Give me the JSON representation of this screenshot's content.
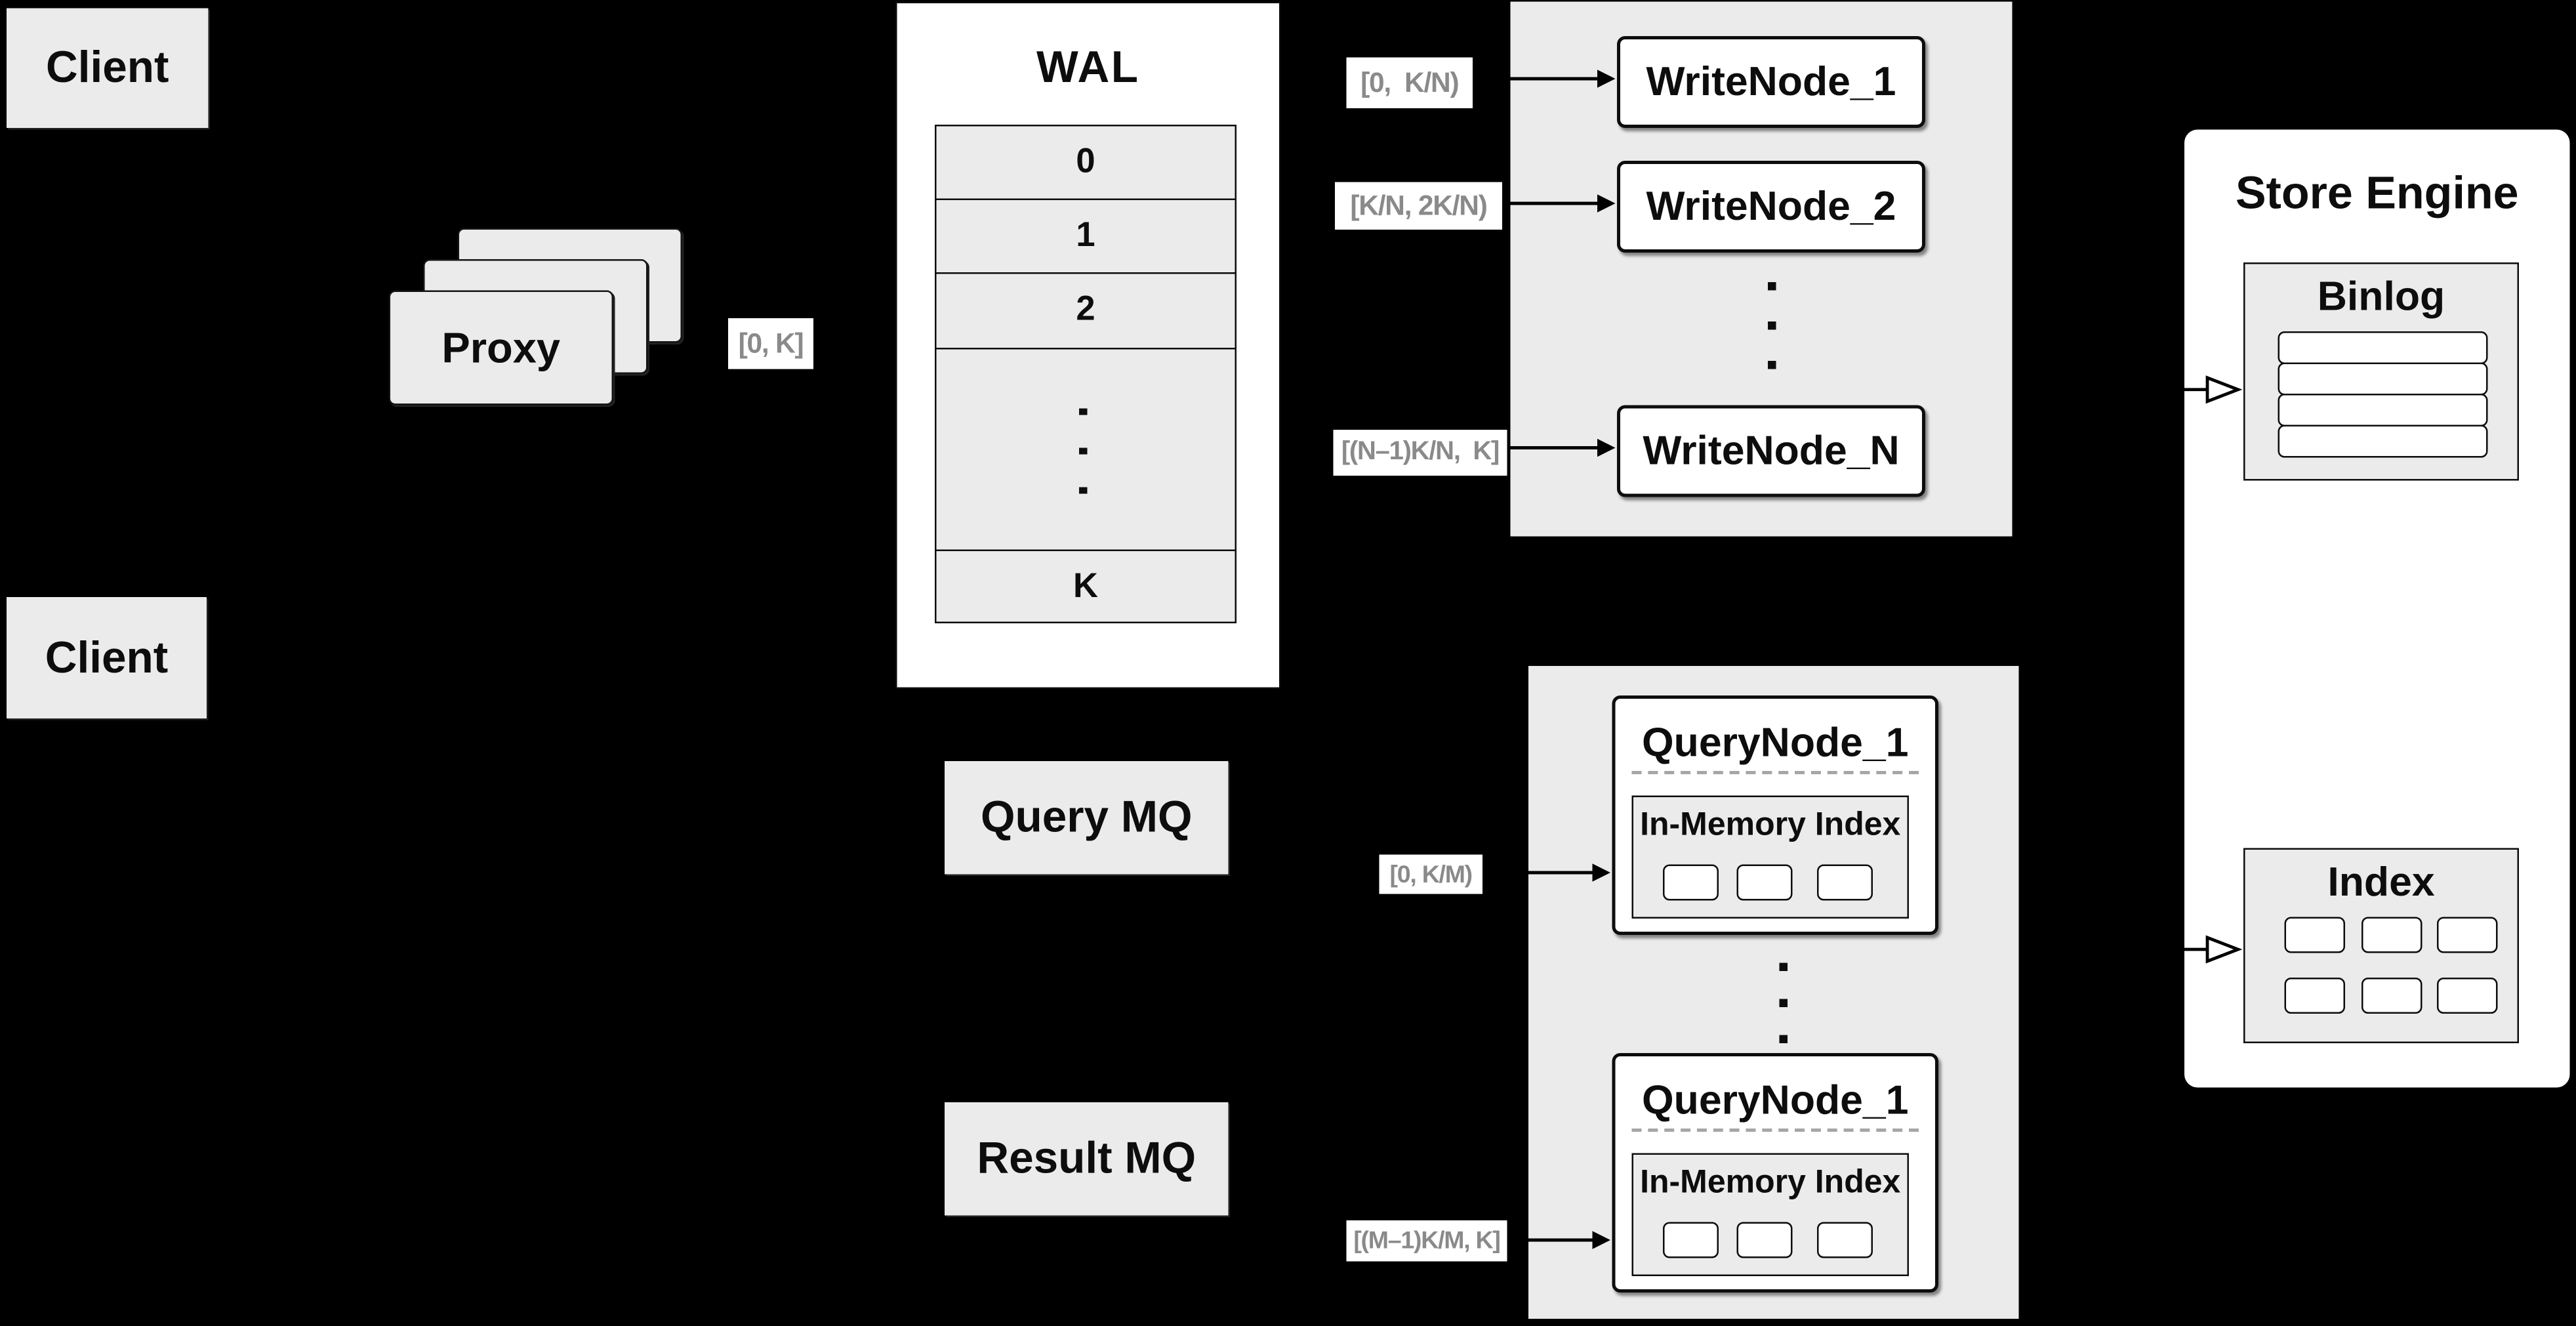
{
  "diagram": {
    "clients": {
      "top": "Client",
      "bottom": "Client"
    },
    "proxy": {
      "label": "Proxy"
    },
    "wal": {
      "title": "WAL",
      "rows": [
        "0",
        "1",
        "2"
      ],
      "last_row": "K"
    },
    "range_labels": {
      "proxy_to_wal": "[0, K]",
      "write_1": "[0,  K/N)",
      "write_2": "[K/N, 2K/N)",
      "write_n": "[(N–1)K/N,  K]",
      "query_1": "[0, K/M)",
      "query_m": "[(M–1)K/M, K]"
    },
    "write_nodes": {
      "node1": "WriteNode_1",
      "node2": "WriteNode_2",
      "nodeN": "WriteNode_N"
    },
    "mq": {
      "query": "Query MQ",
      "result": "Result MQ"
    },
    "query_nodes": {
      "top": {
        "title": "QueryNode_1",
        "index_title": "In-Memory Index"
      },
      "bottom": {
        "title": "QueryNode_1",
        "index_title": "In-Memory Index"
      }
    },
    "store_engine": {
      "title": "Store Engine",
      "binlog_title": "Binlog",
      "index_title": "Index"
    },
    "colors": {
      "background": "#000000",
      "panel_gray": "#ebebeb",
      "node_white": "#ffffff",
      "border_black": "#0d0d0d",
      "label_text_gray": "#8a8a8a"
    }
  }
}
